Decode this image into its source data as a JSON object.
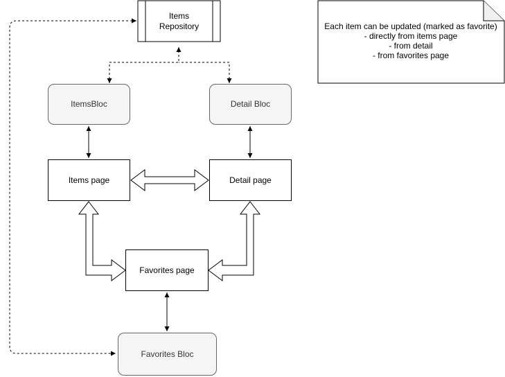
{
  "nodes": {
    "items_repository": "Items\nRepository",
    "items_bloc": "ItemsBloc",
    "detail_bloc": "Detail Bloc",
    "items_page": "Items page",
    "detail_page": "Detail page",
    "favorites_page": "Favorites page",
    "favorites_bloc": "Favorites Bloc"
  },
  "note": {
    "lines": [
      "Each item can be updated (marked as favorite)",
      "- directly from items page",
      "- from detail",
      "- from favorites page"
    ]
  }
}
